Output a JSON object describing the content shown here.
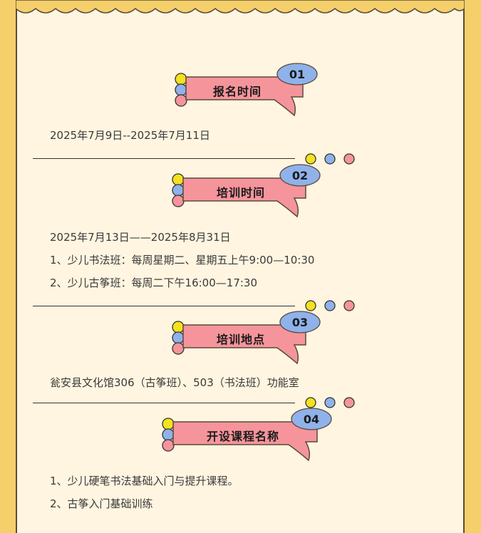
{
  "sections": [
    {
      "number": "01",
      "title": "报名时间",
      "lines": [
        "2025年7月9日--2025年7月11日"
      ]
    },
    {
      "number": "02",
      "title": "培训时间",
      "lines": [
        "2025年7月13日——2025年8月31日",
        "1、少儿书法班：每周星期二、星期五上午9:00—10:30",
        "2、少儿古筝班：每周二下午16:00—17:30"
      ]
    },
    {
      "number": "03",
      "title": "培训地点",
      "lines": [
        "瓮安县文化馆306（古筝班）、503（书法班）功能室"
      ]
    },
    {
      "number": "04",
      "title": "开设课程名称",
      "lines": [
        "1、少儿硬笔书法基础入门与提升课程。",
        "2、古筝入门基础训练"
      ]
    }
  ],
  "colors": {
    "pink": "#f5949b",
    "blue": "#8fb2ea",
    "yellow": "#f5e11e",
    "paper": "#fff5e0",
    "frame": "#f5cf6a"
  }
}
